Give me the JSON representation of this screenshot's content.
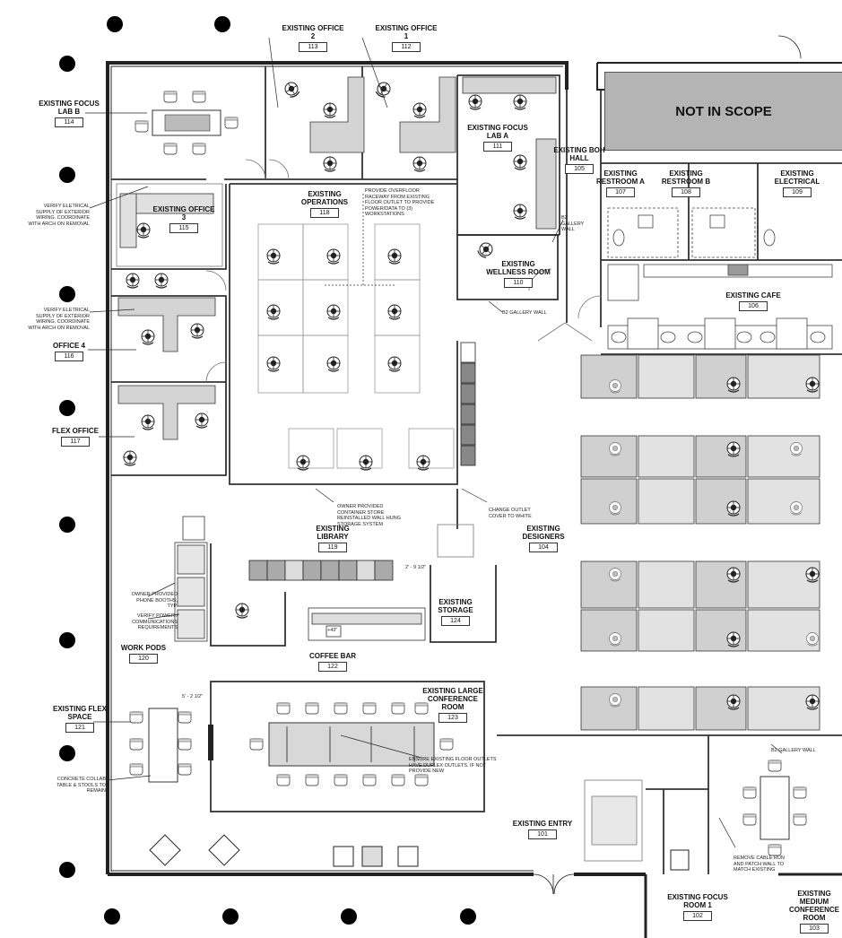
{
  "not_in_scope": "NOT IN SCOPE",
  "rooms": {
    "office2": {
      "name": "EXISTING OFFICE\n2",
      "num": "113"
    },
    "office1": {
      "name": "EXISTING OFFICE\n1",
      "num": "112"
    },
    "focus_lab_b": {
      "name": "EXISTING FOCUS\nLAB B",
      "num": "114"
    },
    "focus_lab_a": {
      "name": "EXISTING FOCUS\nLAB A",
      "num": "111"
    },
    "boh_hall": {
      "name": "EXISTING BOH\nHALL",
      "num": "105"
    },
    "restroom_a": {
      "name": "EXISTING\nRESTROOM A",
      "num": "107"
    },
    "restroom_b": {
      "name": "EXISTING\nRESTROOM B",
      "num": "108"
    },
    "electrical": {
      "name": "EXISTING\nELECTRICAL",
      "num": "109"
    },
    "office3": {
      "name": "EXISTING OFFICE\n3",
      "num": "115"
    },
    "operations": {
      "name": "EXISTING\nOPERATIONS",
      "num": "118"
    },
    "wellness": {
      "name": "EXISTING\nWELLNESS ROOM",
      "num": "110"
    },
    "cafe": {
      "name": "EXISTING CAFE",
      "num": "106"
    },
    "office4": {
      "name": "OFFICE 4",
      "num": "116"
    },
    "flex_office": {
      "name": "FLEX OFFICE",
      "num": "117"
    },
    "library": {
      "name": "EXISTING\nLIBRARY",
      "num": "119"
    },
    "designers": {
      "name": "EXISTING\nDESIGNERS",
      "num": "104"
    },
    "storage": {
      "name": "EXISTING\nSTORAGE",
      "num": "124"
    },
    "work_pods": {
      "name": "WORK PODS",
      "num": "120"
    },
    "coffee_bar": {
      "name": "COFFEE BAR",
      "num": "122"
    },
    "large_conf": {
      "name": "EXISTING LARGE\nCONFERENCE\nROOM",
      "num": "123"
    },
    "flex_space": {
      "name": "EXISTING FLEX\nSPACE",
      "num": "121"
    },
    "entry": {
      "name": "EXISTING ENTRY",
      "num": "101"
    },
    "focus_room1": {
      "name": "EXISTING FOCUS\nROOM 1",
      "num": "102"
    },
    "medium_conf": {
      "name": "EXISTING\nMEDIUM\nCONFERENCE\nROOM",
      "num": "103"
    }
  },
  "notes": {
    "provide_raceway": "PROVIDE OVERFLOOR\nRACEWAY FROM EXISTING\nFLOOR OUTLET TO PROVIDE\nPOWER/DATA TO (3)\nWORKSTATIONS",
    "b2_gallery_wall_a": "B2\nGALLERY\nWALL",
    "b2_gallery_wall_b": "B2 GALLERY WALL",
    "verify_exterior_1": "VERIFY ELETRICAL\nSUPPLY OF EXTERIOR\nWIRING. COORDINATE\nWITH ARCH ON REMOVAL",
    "verify_exterior_2": "VERIFY ELETRICAL\nSUPPLY OF EXTERIOR\nWIRING. COORDINATE\nWITH ARCH ON REMOVAL",
    "container_store": "OWNER PROVIDED\nCONTAINER STORE\nREINSTALLED WALL HUNG\nSTORAGE SYSTEM",
    "change_outlet": "CHANGE OUTLET\nCOVER TO WHITE",
    "phone_booths": "OWNER PROVIDED\nPHONE BOOTHS,\nTYP.",
    "verify_power": "VERIFY POWER /\nCOMMUNICATIONS\nREQUIREMENTS",
    "dim_library": "2' - 9 1/2\"",
    "dim_flex": "5' - 2 1/2\"",
    "floor_outlets": "ENSURE EXISTING FLOOR OUTLETS\nHAVE DUPLEX OUTLETS. IF NOT\nPROVIDE NEW",
    "concrete_table": "CONCRETE COLLAB\nTABLE & STOOLS TO\nREMAIN",
    "b2_gallery_wall_c": "B2 GALLERY WALL",
    "remove_cable": "REMOVE CABLE RUN\nAND PATCH WALL TO\nMATCH EXISTING",
    "height_coffee": "+43\""
  }
}
